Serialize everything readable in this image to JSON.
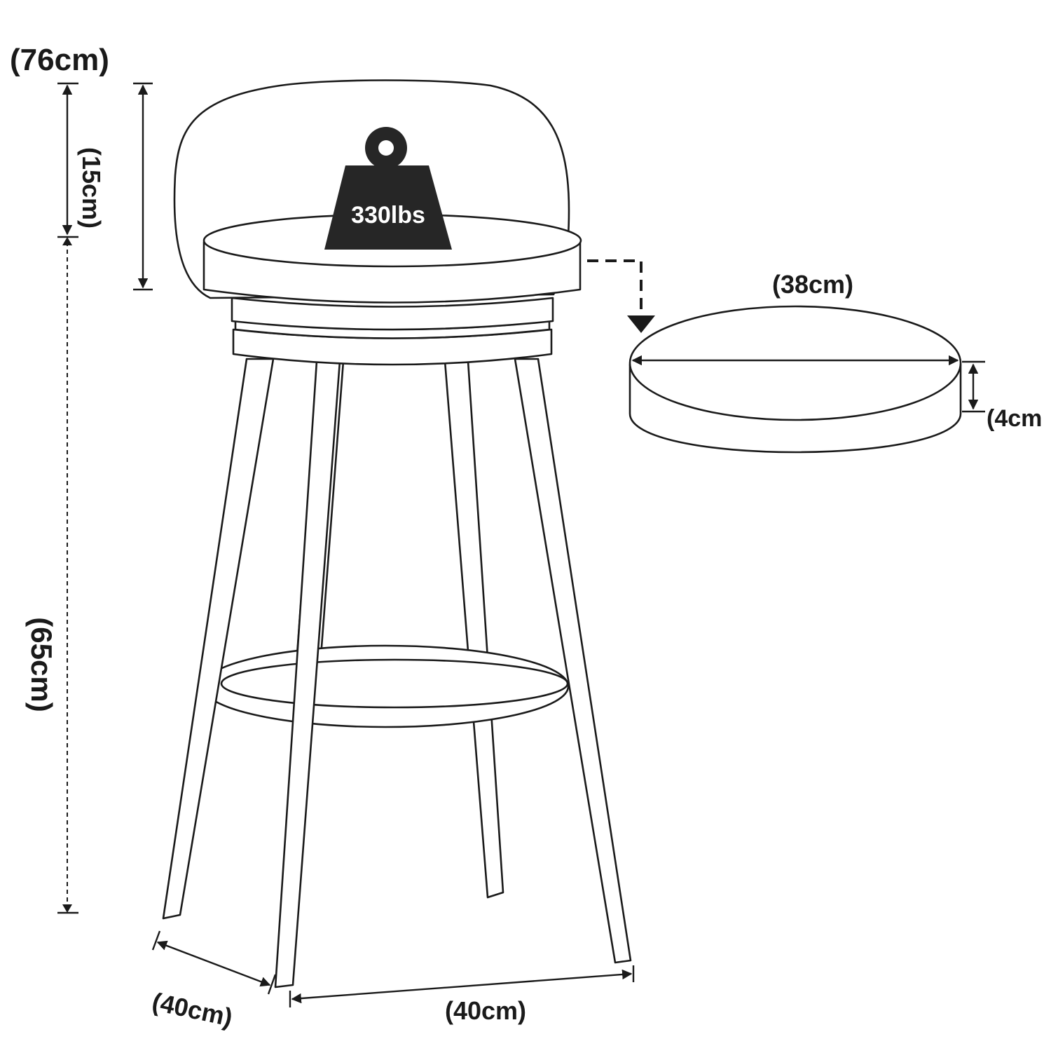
{
  "dimensions": {
    "total_height": "(76cm)",
    "backrest_height": "(15cm)",
    "seat_height": "(65cm)",
    "seat_diameter": "(38cm)",
    "cushion_thickness": "(4cm",
    "base_depth": "(40cm)",
    "base_width": "(40cm)"
  },
  "weight": {
    "capacity": "330lbs",
    "color": "#262626"
  },
  "colors": {
    "line": "#1a1a1a",
    "background": "#ffffff"
  }
}
